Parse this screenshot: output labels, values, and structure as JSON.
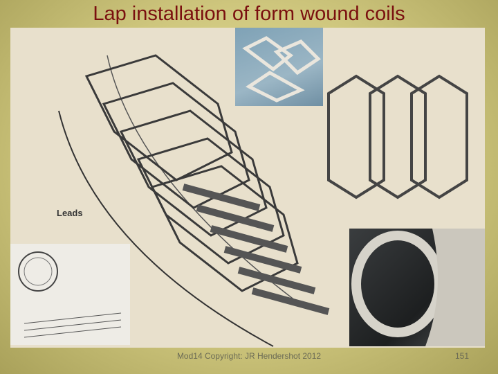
{
  "title": "Lap installation of form wound coils",
  "leads_label": "Leads",
  "footer": "Mod14 Copyright: JR Hendershot 2012",
  "page_number": "151",
  "colors": {
    "title": "#7a0f0f",
    "background": "#cfc77e"
  }
}
